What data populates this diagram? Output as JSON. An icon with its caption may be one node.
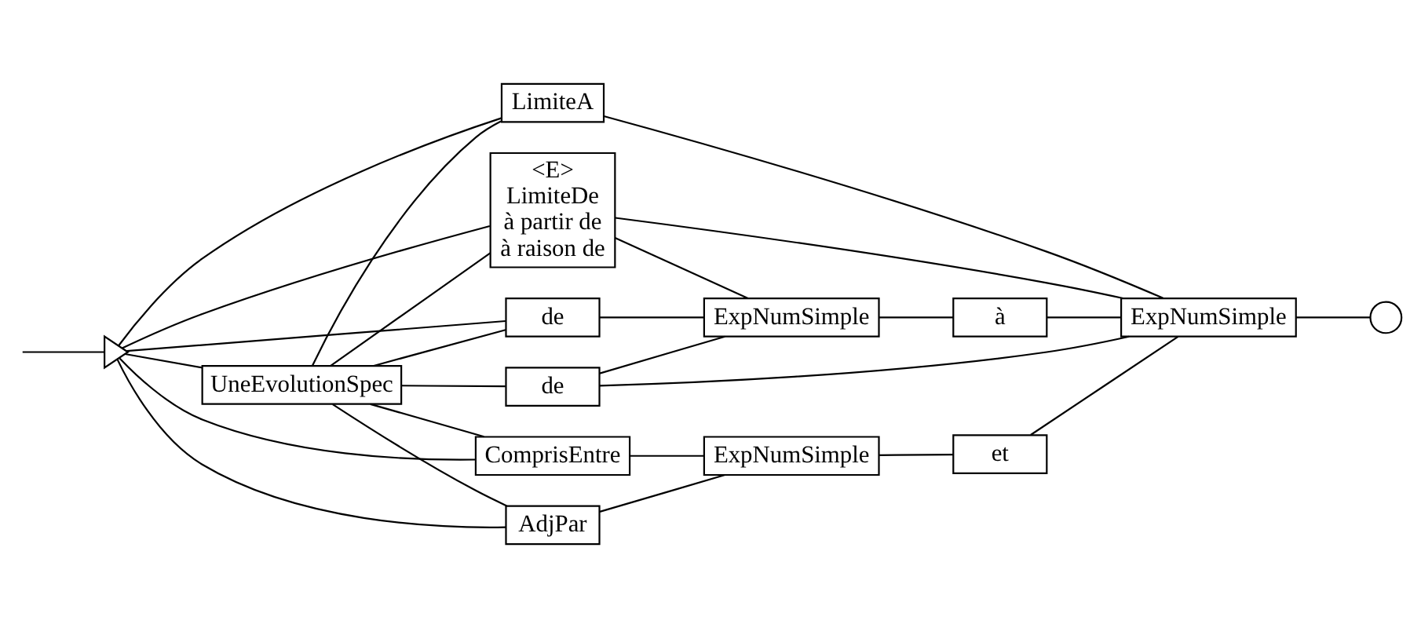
{
  "diagram": {
    "nodes": [
      {
        "text": [],
        "shape": "triangle"
      },
      {
        "text": [
          "UneEvolutionSpec"
        ]
      },
      {
        "text": [
          "AdjPar"
        ]
      },
      {
        "text": [
          "ComprisEntre"
        ]
      },
      {
        "text": [
          "LimiteA"
        ]
      },
      {
        "text": [
          "<E>",
          "LimiteDe",
          "à partir de",
          "à raison de"
        ]
      },
      {
        "text": [
          "ExpNumSimple"
        ]
      },
      {
        "text": [
          "et"
        ]
      },
      {
        "text": [
          "de"
        ]
      },
      {
        "text": [
          "de"
        ]
      },
      {
        "text": [
          "ExpNumSimple"
        ]
      },
      {
        "text": [
          "à"
        ]
      },
      {
        "text": [
          "ExpNumSimple"
        ]
      },
      {
        "text": [],
        "shape": "circle"
      }
    ],
    "edges": [
      {
        "from": null,
        "to": 0,
        "arrow": "none"
      },
      {
        "from": 0,
        "to": 1,
        "arrow": "none"
      },
      {
        "from": 0,
        "to": 2,
        "arrow": "none"
      },
      {
        "from": 0,
        "to": 3,
        "arrow": "none"
      },
      {
        "from": 0,
        "to": 4,
        "arrow": "none"
      },
      {
        "from": 0,
        "to": 5,
        "arrow": "none"
      },
      {
        "from": 0,
        "to": 9,
        "arrow": "none"
      },
      {
        "from": 1,
        "to": 2,
        "arrow": "none"
      },
      {
        "from": 1,
        "to": 3,
        "arrow": "none"
      },
      {
        "from": 1,
        "to": 4,
        "arrow": "none"
      },
      {
        "from": 1,
        "to": 5,
        "arrow": "none"
      },
      {
        "from": 1,
        "to": 8,
        "arrow": "none"
      },
      {
        "from": 1,
        "to": 9,
        "arrow": "none"
      },
      {
        "from": 2,
        "to": 6,
        "arrow": "none"
      },
      {
        "from": 3,
        "to": 6,
        "arrow": "none"
      },
      {
        "from": 6,
        "to": 7,
        "arrow": "none"
      },
      {
        "from": 7,
        "to": 12,
        "arrow": "none"
      },
      {
        "from": 4,
        "to": 12,
        "arrow": "none"
      },
      {
        "from": 5,
        "to": 12,
        "arrow": "none"
      },
      {
        "from": 5,
        "to": 10,
        "arrow": "none"
      },
      {
        "from": 8,
        "to": 12,
        "arrow": "none"
      },
      {
        "from": 8,
        "to": 10,
        "arrow": "none"
      },
      {
        "from": 9,
        "to": 10,
        "arrow": "none"
      },
      {
        "from": 10,
        "to": 11,
        "arrow": "none"
      },
      {
        "from": 11,
        "to": 12,
        "arrow": "none"
      },
      {
        "from": 12,
        "to": 13,
        "arrow": "none"
      }
    ]
  }
}
